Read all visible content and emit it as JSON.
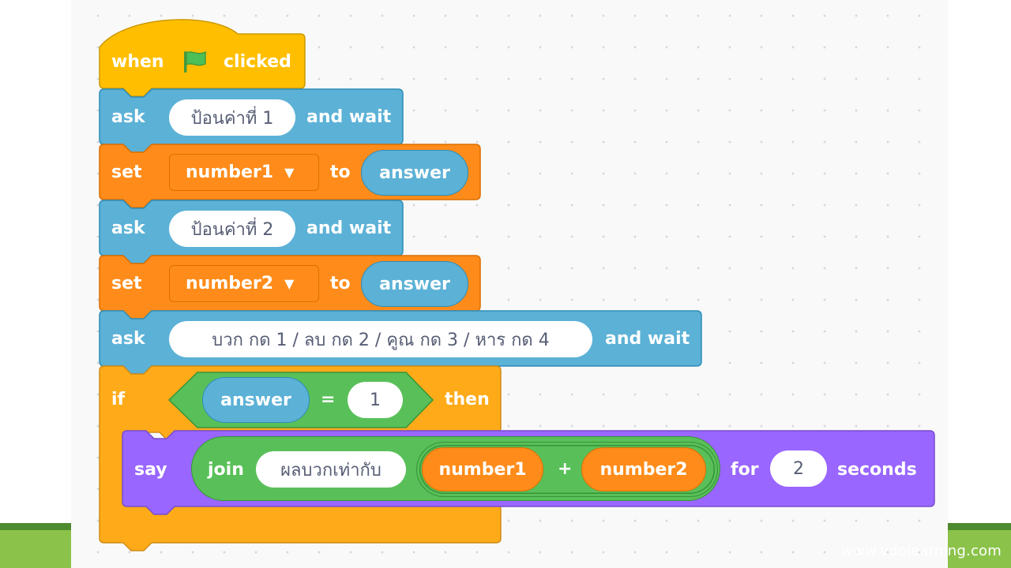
{
  "colors": {
    "events": "#ffbf00",
    "sensing": "#5cb1d6",
    "variables": "#ff8c1a",
    "control": "#ffab19",
    "operators": "#59c059",
    "looks": "#9966ff",
    "slide_accent": "#8bc34a"
  },
  "hat": {
    "when_label": "when",
    "flag_icon": "green-flag-icon",
    "clicked_label": "clicked"
  },
  "ask1": {
    "ask_label": "ask",
    "question": "ป้อนค่าที่ 1",
    "wait_label": "and wait"
  },
  "set1": {
    "set_label": "set",
    "variable": "number1",
    "to_label": "to",
    "value": "answer"
  },
  "ask2": {
    "ask_label": "ask",
    "question": "ป้อนค่าที่ 2",
    "wait_label": "and wait"
  },
  "set2": {
    "set_label": "set",
    "variable": "number2",
    "to_label": "to",
    "value": "answer"
  },
  "ask3": {
    "ask_label": "ask",
    "question": "บวก กด 1 / ลบ กด 2 / คูณ กด 3 / หาร กด 4",
    "wait_label": "and wait"
  },
  "if_block": {
    "if_label": "if",
    "left": "answer",
    "op": "=",
    "right": "1",
    "then_label": "then"
  },
  "say_block": {
    "say_label": "say",
    "join_label": "join",
    "join_text": "ผลบวกเท่ากับ",
    "add_left": "number1",
    "add_op": "+",
    "add_right": "number2",
    "for_label": "for",
    "secs": "2",
    "seconds_label": "seconds"
  },
  "watermark": "www.vdolearning.com"
}
